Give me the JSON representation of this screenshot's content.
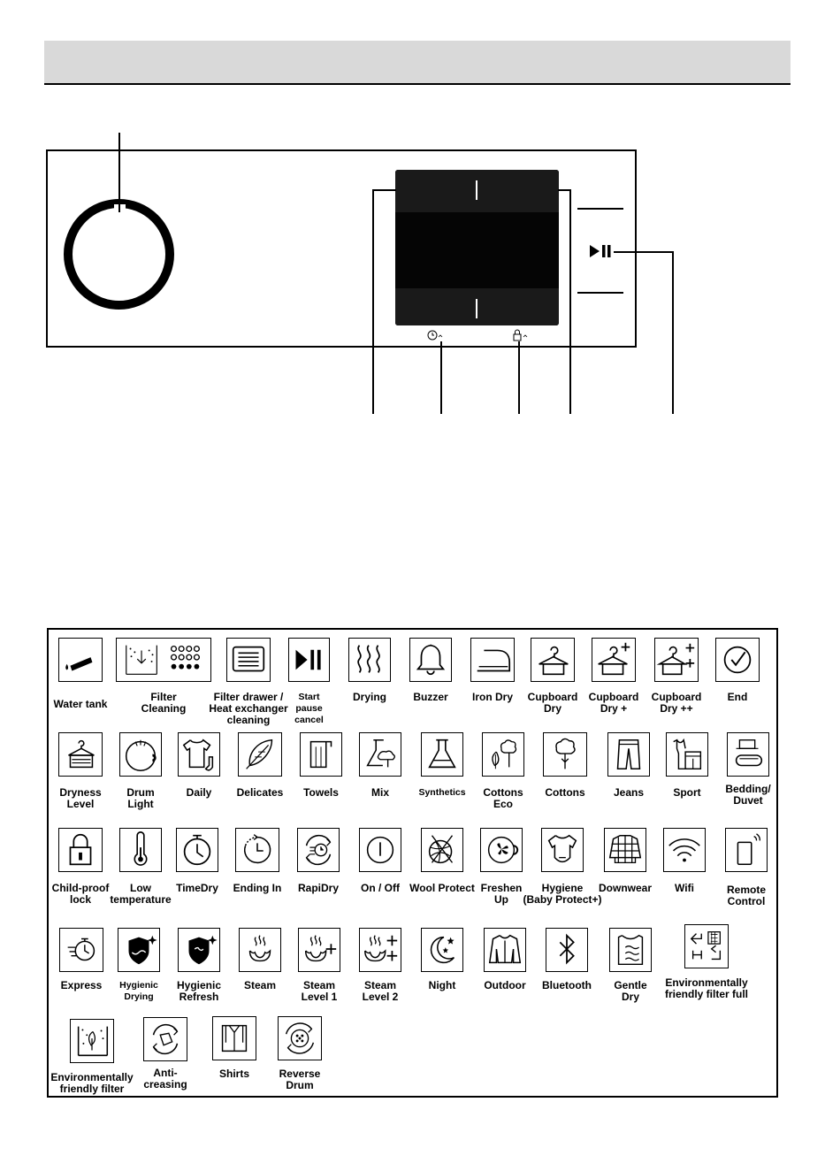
{
  "panel": {
    "play_pause_symbol": "▶II",
    "time_icon": "time-delay-icon",
    "lock_icon": "child-lock-icon"
  },
  "legend": {
    "symbols": [
      {
        "label": "Water tank",
        "icon": "water-tank-icon"
      },
      {
        "label": "Filter\nCleaning",
        "icon": "filter-cleaning-icon"
      },
      {
        "label": "Filter drawer /\nHeat exchanger\ncleaning",
        "icon": "filter-drawer-icon"
      },
      {
        "label": "Start\npause\ncancel",
        "icon": "start-pause-icon"
      },
      {
        "label": "Drying",
        "icon": "drying-icon"
      },
      {
        "label": "Buzzer",
        "icon": "buzzer-icon"
      },
      {
        "label": "Iron Dry",
        "icon": "iron-icon"
      },
      {
        "label": "Cupboard\nDry",
        "icon": "hanger-icon"
      },
      {
        "label": "Cupboard\nDry +",
        "icon": "hanger-plus-icon"
      },
      {
        "label": "Cupboard\nDry ++",
        "icon": "hanger-plus-plus-icon"
      },
      {
        "label": "End",
        "icon": "end-check-icon"
      },
      {
        "label": "Dryness\nLevel",
        "icon": "dryness-level-icon"
      },
      {
        "label": "Drum\nLight",
        "icon": "drum-light-icon"
      },
      {
        "label": "Daily",
        "icon": "daily-icon"
      },
      {
        "label": "Delicates",
        "icon": "feather-icon"
      },
      {
        "label": "Towels",
        "icon": "towel-icon"
      },
      {
        "label": "Mix",
        "icon": "mix-icon"
      },
      {
        "label": "Synthetics",
        "icon": "flask-icon"
      },
      {
        "label": "Cottons\nEco",
        "icon": "cottons-eco-icon"
      },
      {
        "label": "Cottons",
        "icon": "cotton-icon"
      },
      {
        "label": "Jeans",
        "icon": "jeans-icon"
      },
      {
        "label": "Sport",
        "icon": "sport-icon"
      },
      {
        "label": "Bedding/\nDuvet",
        "icon": "bedding-icon"
      },
      {
        "label": "Child-proof\nlock",
        "icon": "padlock-icon"
      },
      {
        "label": "Low\ntemperature",
        "icon": "thermometer-icon"
      },
      {
        "label": "TimeDry",
        "icon": "stopwatch-icon"
      },
      {
        "label": "Ending In",
        "icon": "ending-in-icon"
      },
      {
        "label": "RapiDry",
        "icon": "rapidry-icon"
      },
      {
        "label": "On / Off",
        "icon": "power-icon"
      },
      {
        "label": "Wool Protect",
        "icon": "wool-icon"
      },
      {
        "label": "Freshen\nUp",
        "icon": "freshen-up-icon"
      },
      {
        "label": "Hygiene\n(Baby Protect+)",
        "icon": "baby-onesie-icon"
      },
      {
        "label": "Downwear",
        "icon": "downwear-icon"
      },
      {
        "label": "Wifi",
        "icon": "wifi-icon"
      },
      {
        "label": "Remote\nControl",
        "icon": "remote-control-icon"
      },
      {
        "label": "Express",
        "icon": "express-icon"
      },
      {
        "label": "Hygienic\nDrying",
        "icon": "hygienic-drying-icon"
      },
      {
        "label": "Hygienic\nRefresh",
        "icon": "hygienic-refresh-icon"
      },
      {
        "label": "Steam",
        "icon": "steam-icon"
      },
      {
        "label": "Steam\nLevel 1",
        "icon": "steam-level-1-icon"
      },
      {
        "label": "Steam\nLevel 2",
        "icon": "steam-level-2-icon"
      },
      {
        "label": "Night",
        "icon": "moon-icon"
      },
      {
        "label": "Outdoor",
        "icon": "jacket-icon"
      },
      {
        "label": "Bluetooth",
        "icon": "bluetooth-icon"
      },
      {
        "label": "Gentle\nDry",
        "icon": "gentle-dry-icon"
      },
      {
        "label": "Environmentally\nfriendly filter full",
        "icon": "eco-filter-full-icon"
      },
      {
        "label": "Environmentally\nfriendly filter",
        "icon": "eco-filter-icon"
      },
      {
        "label": "Anti-\ncreasing",
        "icon": "anti-creasing-icon"
      },
      {
        "label": "Shirts",
        "icon": "shirt-icon"
      },
      {
        "label": "Reverse\nDrum",
        "icon": "reverse-drum-icon"
      }
    ]
  }
}
